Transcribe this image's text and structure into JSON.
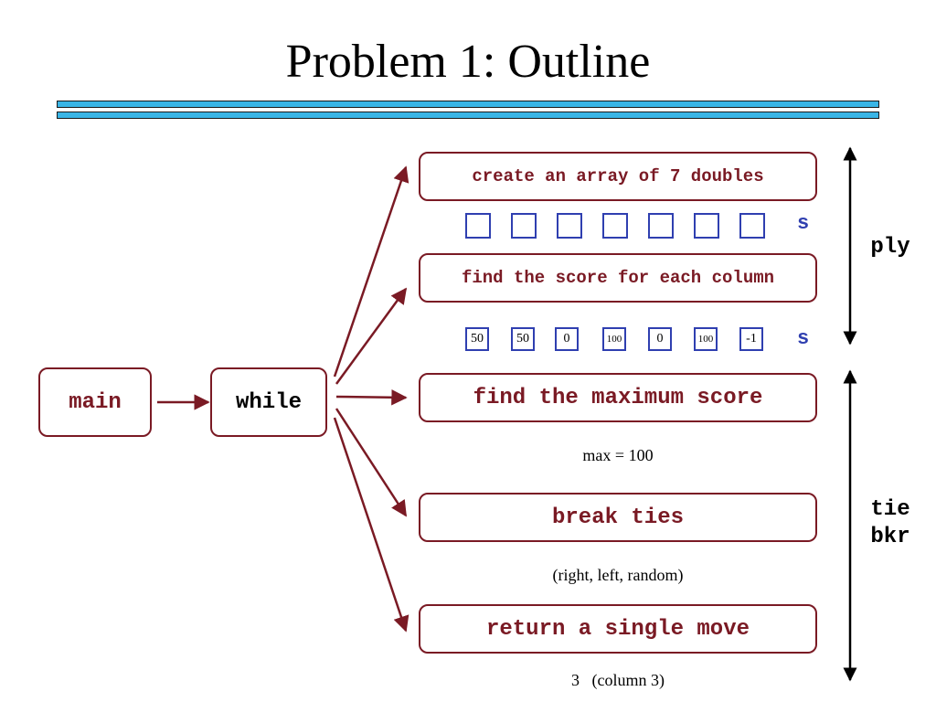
{
  "title": "Problem 1:  Outline",
  "nodes": {
    "main": "main",
    "while": "while",
    "create_array": "create an array of 7 doubles",
    "find_score": "find the score for each column",
    "find_max": "find the maximum score",
    "break_ties": "break ties",
    "return_move": "return a single move"
  },
  "arrays": {
    "empty_label": "s",
    "filled_label": "s",
    "filled_values": [
      "50",
      "50",
      "0",
      "100",
      "0",
      "100",
      "-1"
    ]
  },
  "notes": {
    "max": "max = 100",
    "tie_order": "(right, left, random)",
    "result": "3   (column 3)"
  },
  "side_labels": {
    "ply": "ply",
    "tie": "tie",
    "bkr": "bkr"
  },
  "colors": {
    "accent": "#7a1a24",
    "cell_border": "#2f3fb0",
    "rule": "#39b5e6"
  }
}
